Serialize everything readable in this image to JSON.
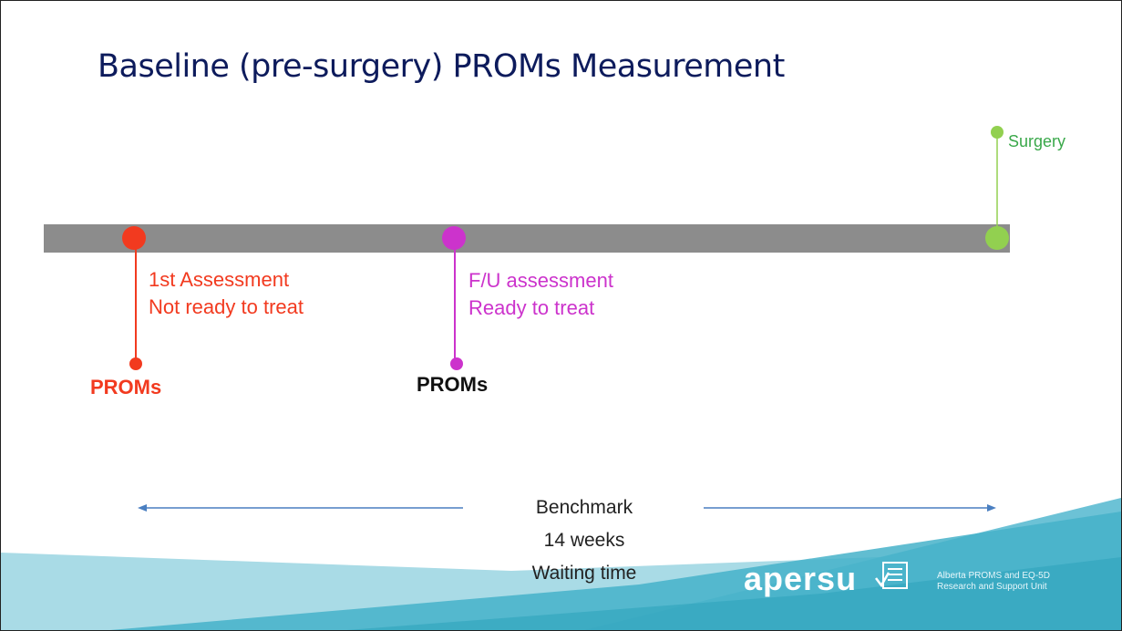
{
  "slide": {
    "title": "Baseline (pre-surgery) PROMs Measurement"
  },
  "timeline": {
    "events": [
      {
        "id": "first",
        "color": "#f23a1f",
        "lines": [
          "1st Assessment",
          "Not ready to treat"
        ],
        "proms_label": "PROMs",
        "proms_color": "#f23a1f"
      },
      {
        "id": "followup",
        "color": "#cc33cc",
        "lines": [
          "F/U assessment",
          "Ready to treat"
        ],
        "proms_label": "PROMs",
        "proms_color": "#111111"
      },
      {
        "id": "surgery",
        "color": "#92d050",
        "label": "Surgery",
        "label_color": "#3aa84a"
      }
    ],
    "bar_color": "#8c8c8c"
  },
  "benchmark": {
    "lines": [
      "Benchmark",
      "14 weeks",
      "Waiting time"
    ],
    "arrow_color": "#4a7fc1"
  },
  "logo": {
    "wordmark": "apersu",
    "subtitle_lines": [
      "Alberta PROMS and EQ-5D",
      "Research and Support Unit"
    ]
  },
  "colors": {
    "title": "#0d1b5c",
    "wave_light": "#a9dbe6",
    "wave_mid": "#6cc2d6",
    "wave_dark": "#2fa3bd"
  }
}
